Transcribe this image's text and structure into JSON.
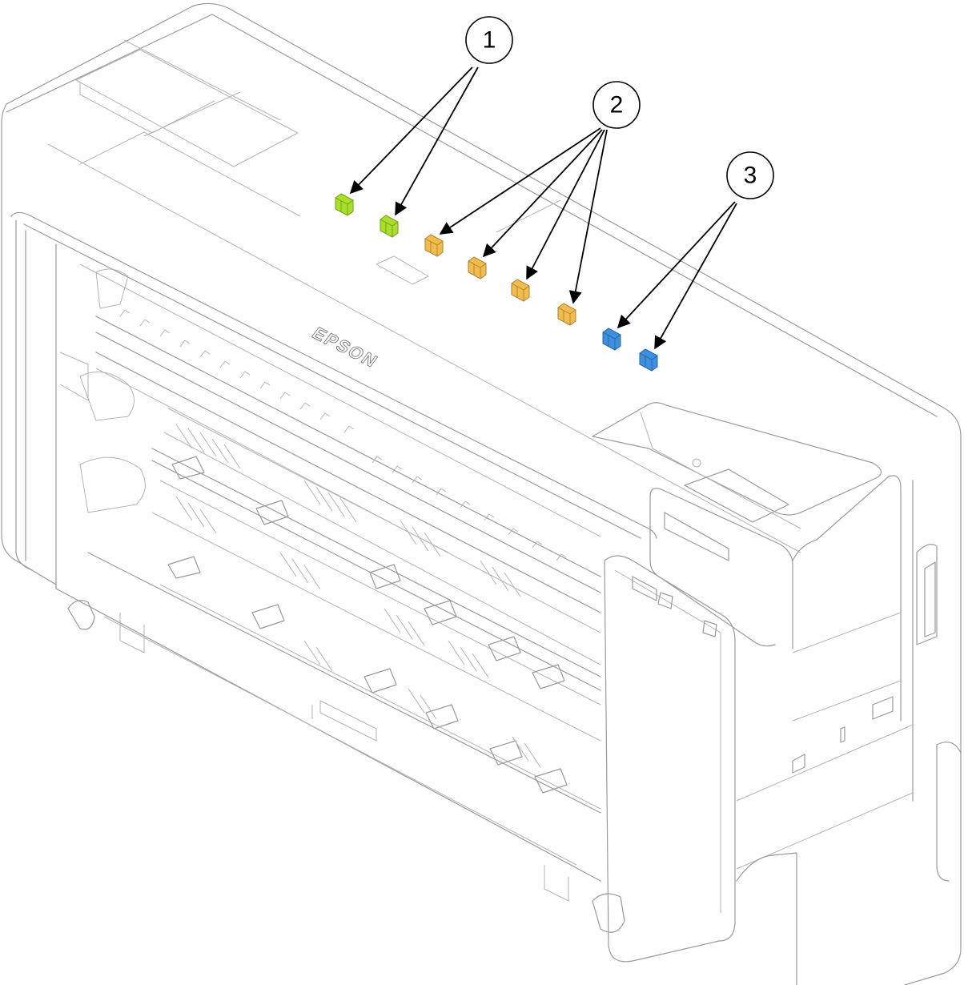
{
  "brand_label": "EPSON",
  "colors": {
    "group_1": "#a8df2a",
    "group_2": "#f2bb4e",
    "group_3": "#3d8fe0",
    "outline": "#9a9a9a",
    "leader": "#000000"
  },
  "callouts": [
    {
      "id": "1",
      "label": "1",
      "color_key": "group_1",
      "part_count": 2
    },
    {
      "id": "2",
      "label": "2",
      "color_key": "group_2",
      "part_count": 4
    },
    {
      "id": "3",
      "label": "3",
      "color_key": "group_3",
      "part_count": 2
    }
  ]
}
